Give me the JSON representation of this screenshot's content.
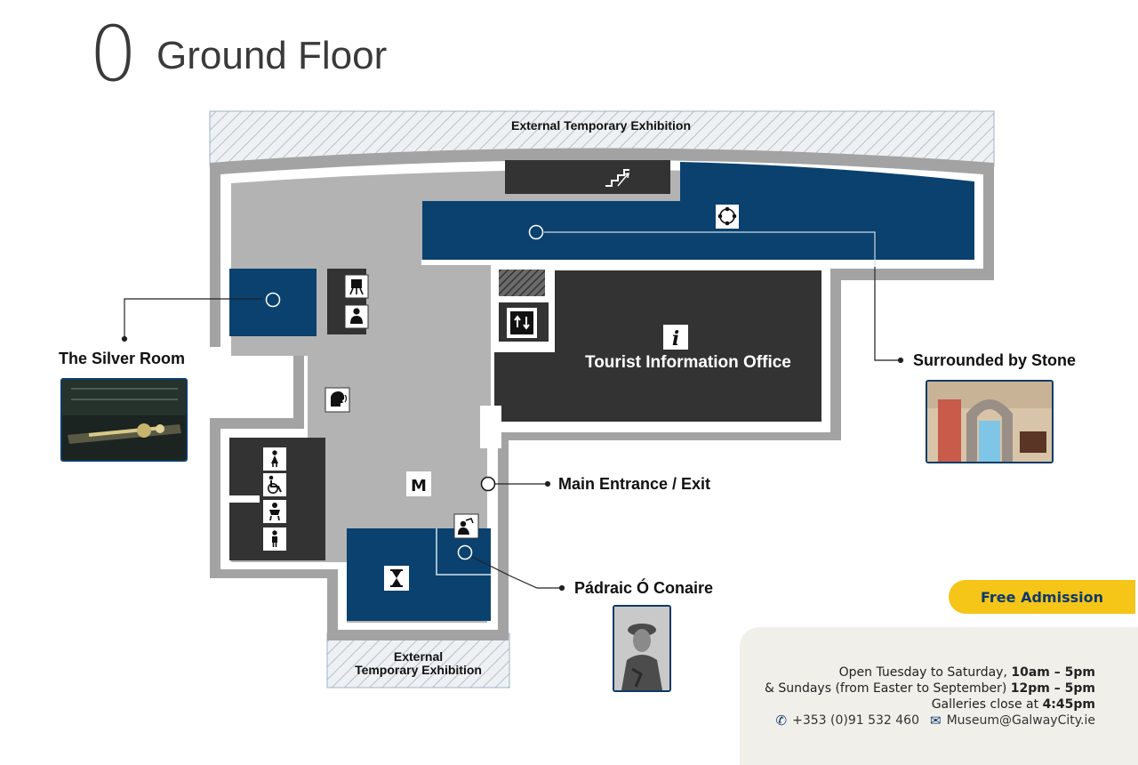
{
  "header": {
    "floor_number": "0",
    "floor_name": "Ground Floor"
  },
  "labels": {
    "external_top": "External Temporary Exhibition",
    "external_bottom_line1": "External",
    "external_bottom_line2": "Temporary Exhibition",
    "tourist_info": "Tourist Information Office",
    "silver_room": "The Silver Room",
    "surrounded_by_stone": "Surrounded by Stone",
    "main_entrance": "Main Entrance / Exit",
    "padraic": "Pádraic Ó Conaire"
  },
  "icons": [
    "stairs-icon",
    "stone-circle-icon",
    "elevator-icon",
    "information-icon",
    "easel-icon",
    "person-icon",
    "audio-guide-icon",
    "female-toilet-icon",
    "accessible-toilet-icon",
    "baby-change-icon",
    "male-toilet-icon",
    "museum-shop-icon",
    "hourglass-icon",
    "sculpture-icon"
  ],
  "badge": {
    "free_admission": "Free Admission"
  },
  "hours": {
    "line1_text": "Open Tuesday to Saturday,",
    "line1_bold": "10am – 5pm",
    "line2_text": "& Sundays (from Easter to September)",
    "line2_bold": "12pm – 5pm",
    "line3_text": "Galleries close at",
    "line3_bold": "4:45pm"
  },
  "contact": {
    "phone": "+353 (0)91 532 460",
    "email": "Museum@GalwayCity.ie"
  },
  "colors": {
    "gallery_blue": "#0a416f",
    "dark_room": "#333333",
    "corridor": "#b3b3b3",
    "wall": "#a3a3a3",
    "badge_yellow": "#f5c518"
  }
}
